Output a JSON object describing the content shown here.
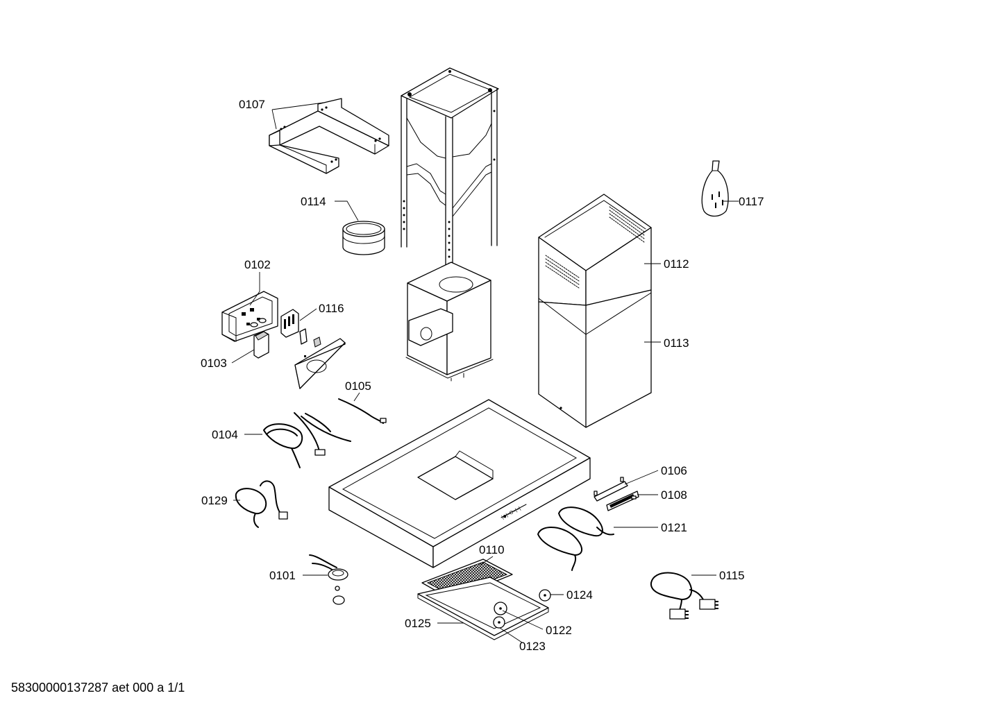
{
  "footer": {
    "document_id": "58300000137287 aet 000 a 1/1"
  },
  "parts": [
    {
      "key": "p0107",
      "number": "0107"
    },
    {
      "key": "p0114",
      "number": "0114"
    },
    {
      "key": "p0117",
      "number": "0117"
    },
    {
      "key": "p0112",
      "number": "0112"
    },
    {
      "key": "p0102",
      "number": "0102"
    },
    {
      "key": "p0116",
      "number": "0116"
    },
    {
      "key": "p0113",
      "number": "0113"
    },
    {
      "key": "p0103",
      "number": "0103"
    },
    {
      "key": "p0105",
      "number": "0105"
    },
    {
      "key": "p0104",
      "number": "0104"
    },
    {
      "key": "p0106",
      "number": "0106"
    },
    {
      "key": "p0108",
      "number": "0108"
    },
    {
      "key": "p0129",
      "number": "0129"
    },
    {
      "key": "p0121",
      "number": "0121"
    },
    {
      "key": "p0110",
      "number": "0110"
    },
    {
      "key": "p0101",
      "number": "0101"
    },
    {
      "key": "p0115",
      "number": "0115"
    },
    {
      "key": "p0124",
      "number": "0124"
    },
    {
      "key": "p0125",
      "number": "0125"
    },
    {
      "key": "p0122",
      "number": "0122"
    },
    {
      "key": "p0123",
      "number": "0123"
    }
  ]
}
